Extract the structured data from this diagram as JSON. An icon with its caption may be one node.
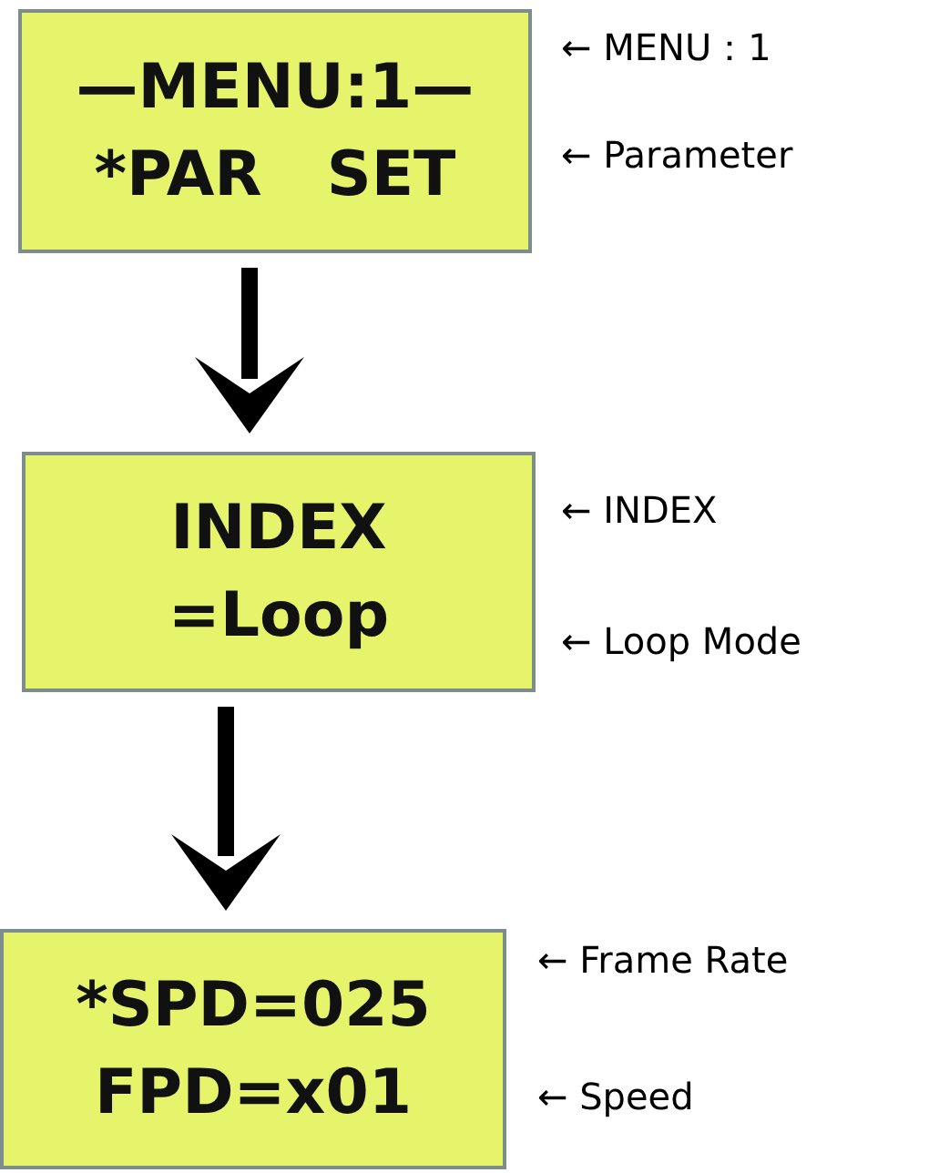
{
  "diagram": {
    "nodes": [
      {
        "text": [
          "—MENU:1—",
          "*PAR   SET"
        ],
        "beside": [
          "← MENU：1",
          "← Parameter"
        ]
      },
      {
        "text": [
          "INDEX",
          "=Loop"
        ],
        "beside": [
          "← INDEX",
          "← Loop Mode"
        ]
      },
      {
        "text": [
          "*SPD=025",
          "FPD=x01"
        ],
        "beside": [
          "← Frame Rate",
          "← Speed"
        ]
      }
    ],
    "edges": [
      {
        "from": 0,
        "to": 1,
        "arrow": "to"
      },
      {
        "from": 1,
        "to": 2,
        "arrow": "to"
      }
    ]
  }
}
